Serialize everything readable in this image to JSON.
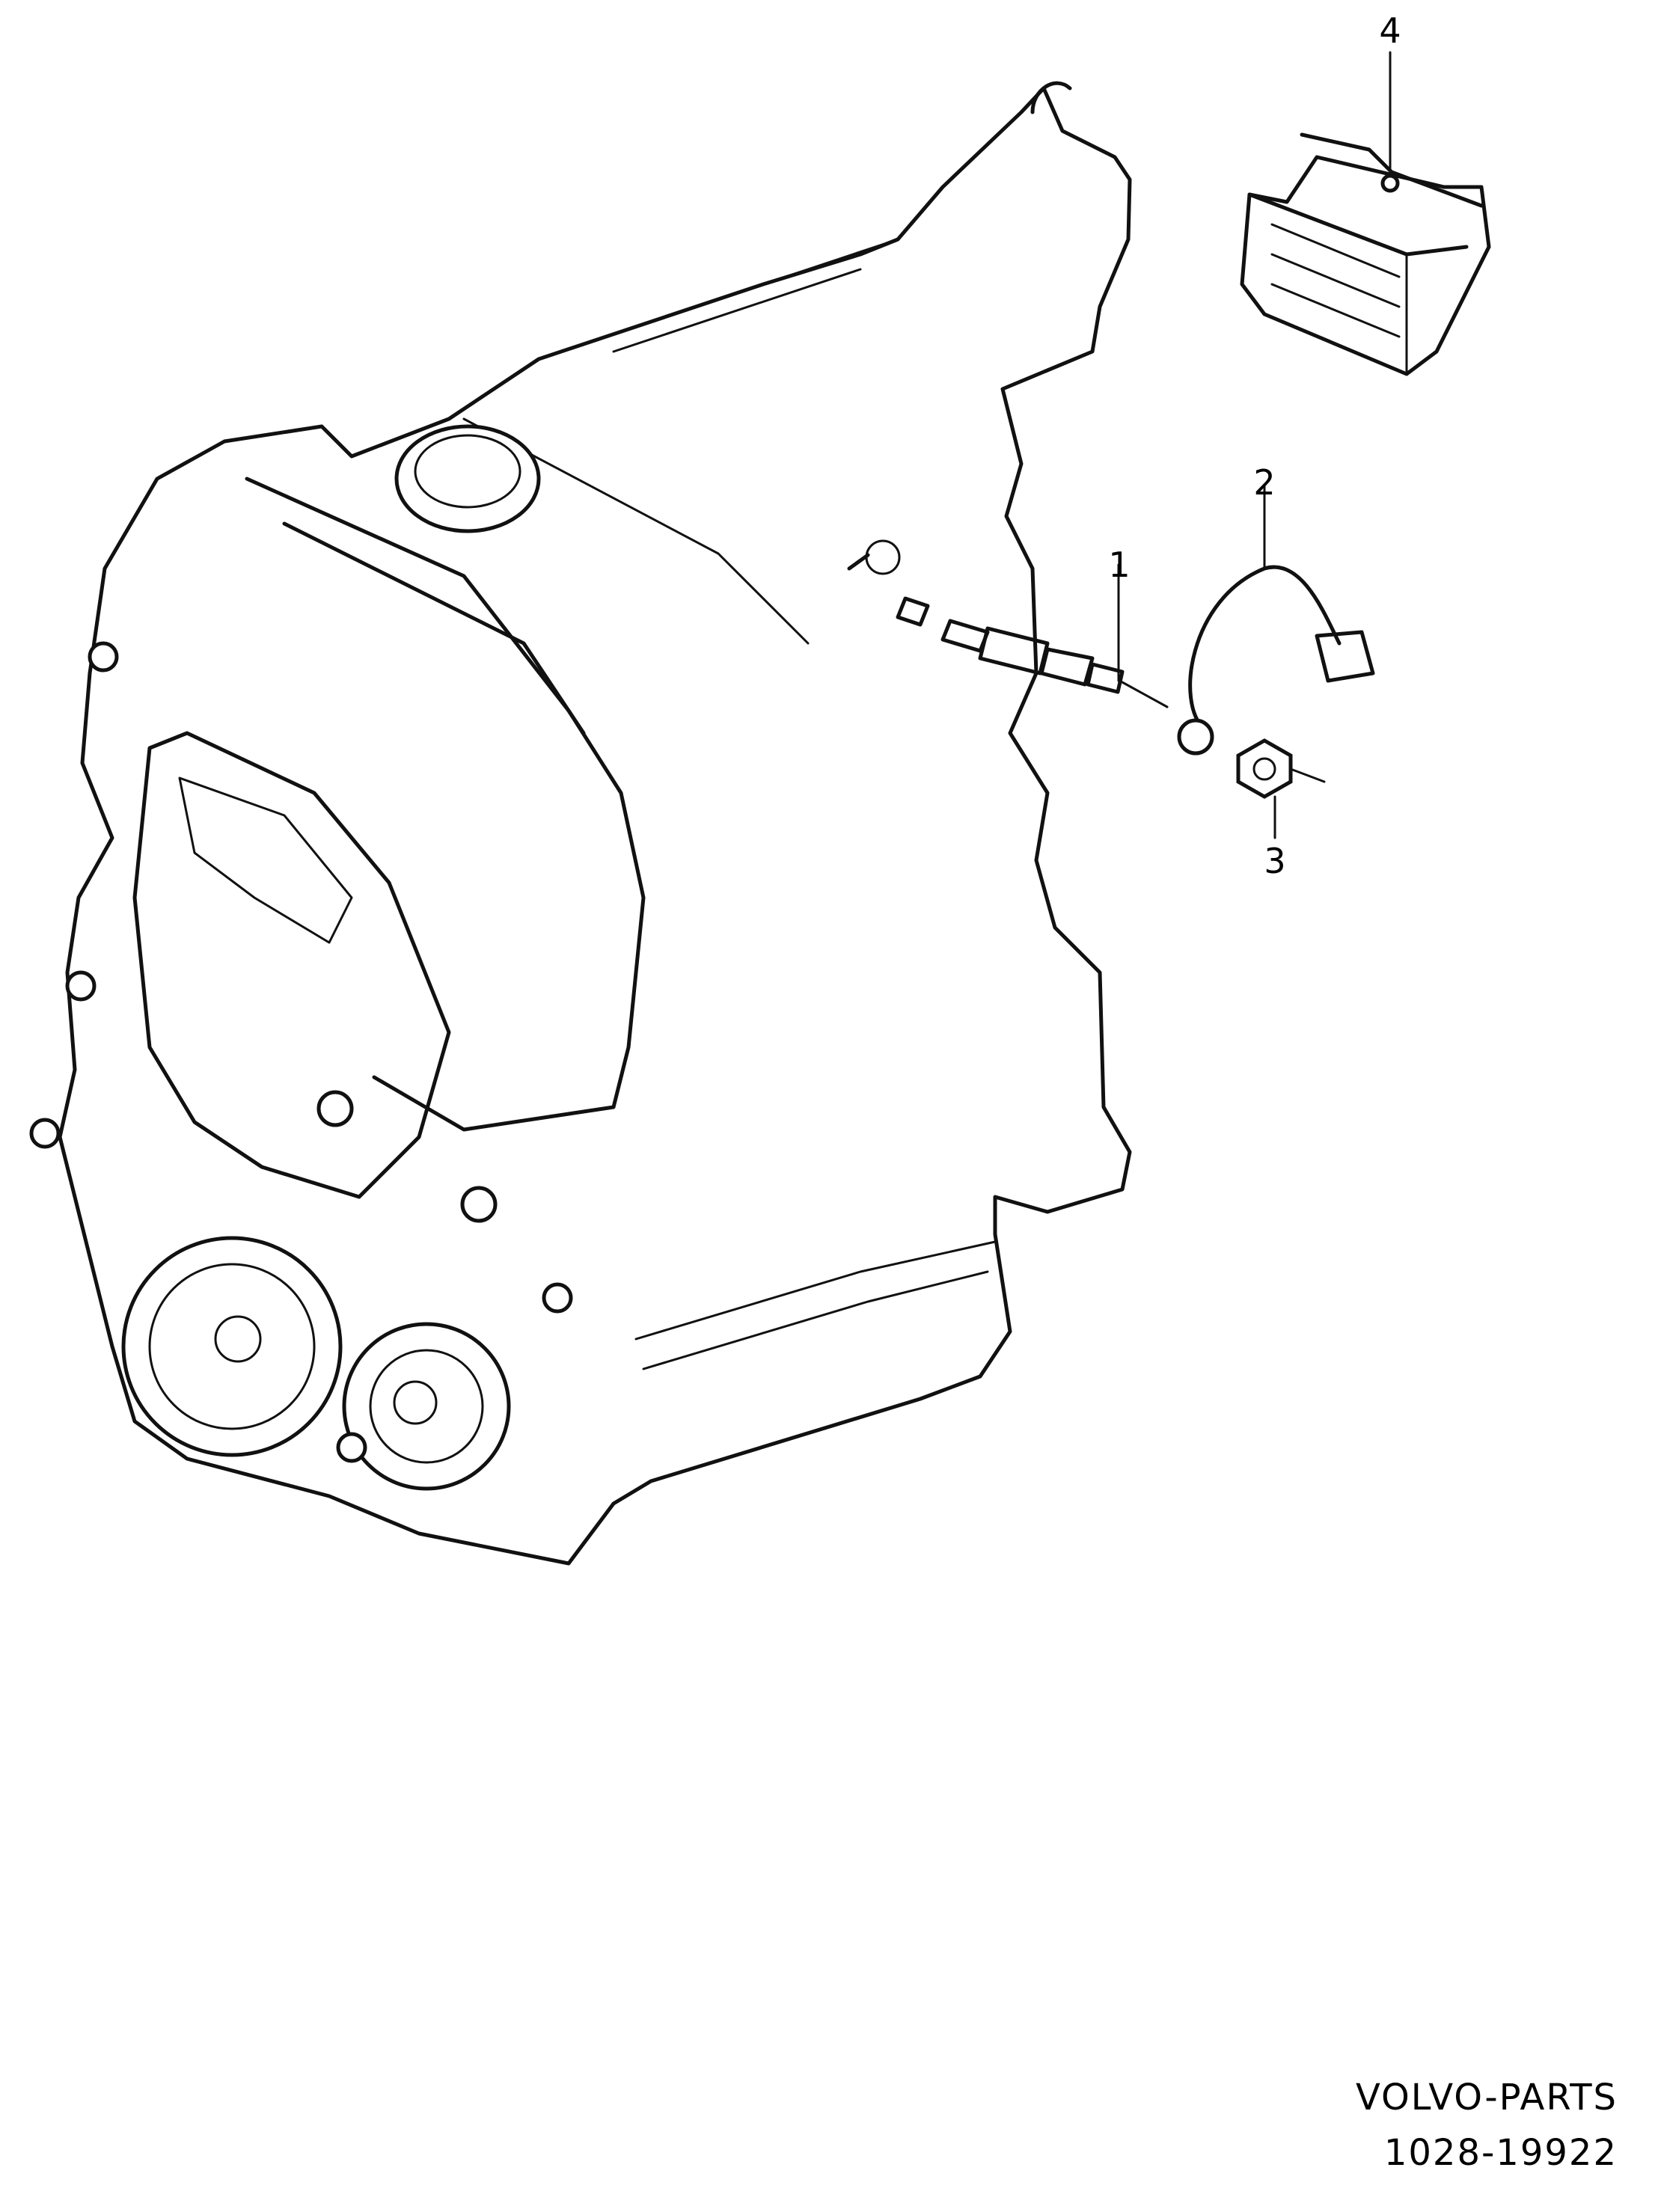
{
  "callouts": {
    "part1": "1",
    "part2": "2",
    "part3": "3",
    "part4": "4"
  },
  "footer": {
    "brand": "VOLVO-PARTS",
    "code": "1028-19922"
  }
}
